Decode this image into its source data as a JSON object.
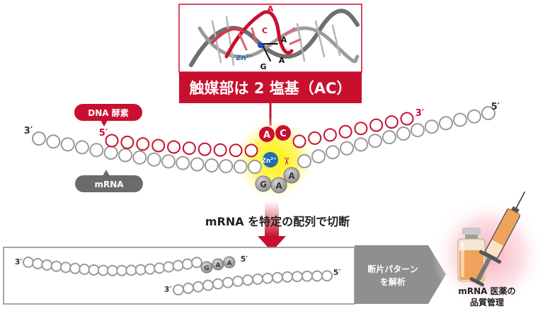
{
  "structure_panel": {
    "labels": {
      "a_top": "A",
      "c": "C",
      "a_right": "A",
      "g": "G",
      "a_bottom": "A",
      "zn": "Zn",
      "zn_charge": "2+"
    }
  },
  "banner": {
    "text": "触媒部は 2 塩基（AC）"
  },
  "dna_enzyme": {
    "label": "DNA 酵素",
    "five_prime": "5′",
    "three_prime": "3′"
  },
  "mrna": {
    "label": "mRNA",
    "three_prime": "3′",
    "five_prime": "5′"
  },
  "active_site": {
    "a_letter": "A",
    "c_letter": "C",
    "zn": "Zn",
    "zn_charge": "2+",
    "g_letter": "G",
    "a1_letter": "A",
    "a2_letter": "A",
    "scissors": "✂"
  },
  "cleavage_text": "mRNA を特定の配列で切断",
  "fragments": {
    "top_three": "3′",
    "top_five": "5′",
    "g": "G",
    "a1": "A",
    "a2": "A",
    "bottom_three": "3′",
    "bottom_five": "5′"
  },
  "analysis_box": {
    "line1": "断片パターン",
    "line2": "を解析"
  },
  "result": {
    "line1": "mRNA 医薬の",
    "line2": "品質管理"
  },
  "colors": {
    "red": "#c8102e",
    "gray": "#8a8a8a",
    "dark_gray": "#6b6b6b",
    "blue": "#1f6fb2",
    "yellow": "#fff200"
  }
}
